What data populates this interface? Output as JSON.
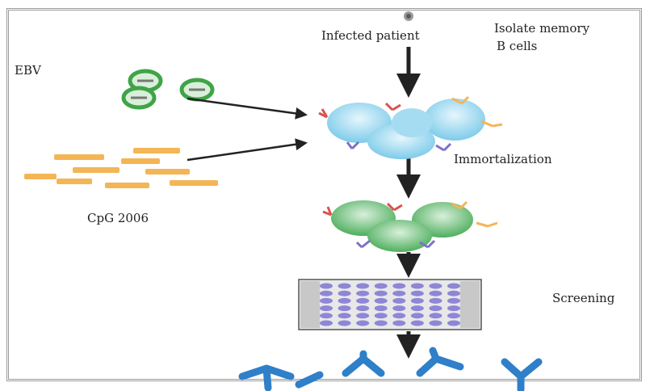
{
  "labels": {
    "ebv": "EBV",
    "infected_patient": "Infected patient",
    "isolate": "Isolate memory",
    "b_cells": "B cells",
    "immortalization": "Immortalization",
    "cpg": "CpG 2006",
    "screening": "Screening"
  },
  "colors": {
    "virus_green": "#3fa447",
    "blue_cell": "#8ed3ef",
    "green_cell": "#6dbf7a",
    "antibody_blue": "#2f7fc9",
    "cpg_orange": "#f4b556",
    "plate_purple": "#8e86d6",
    "arrow": "#222222"
  }
}
